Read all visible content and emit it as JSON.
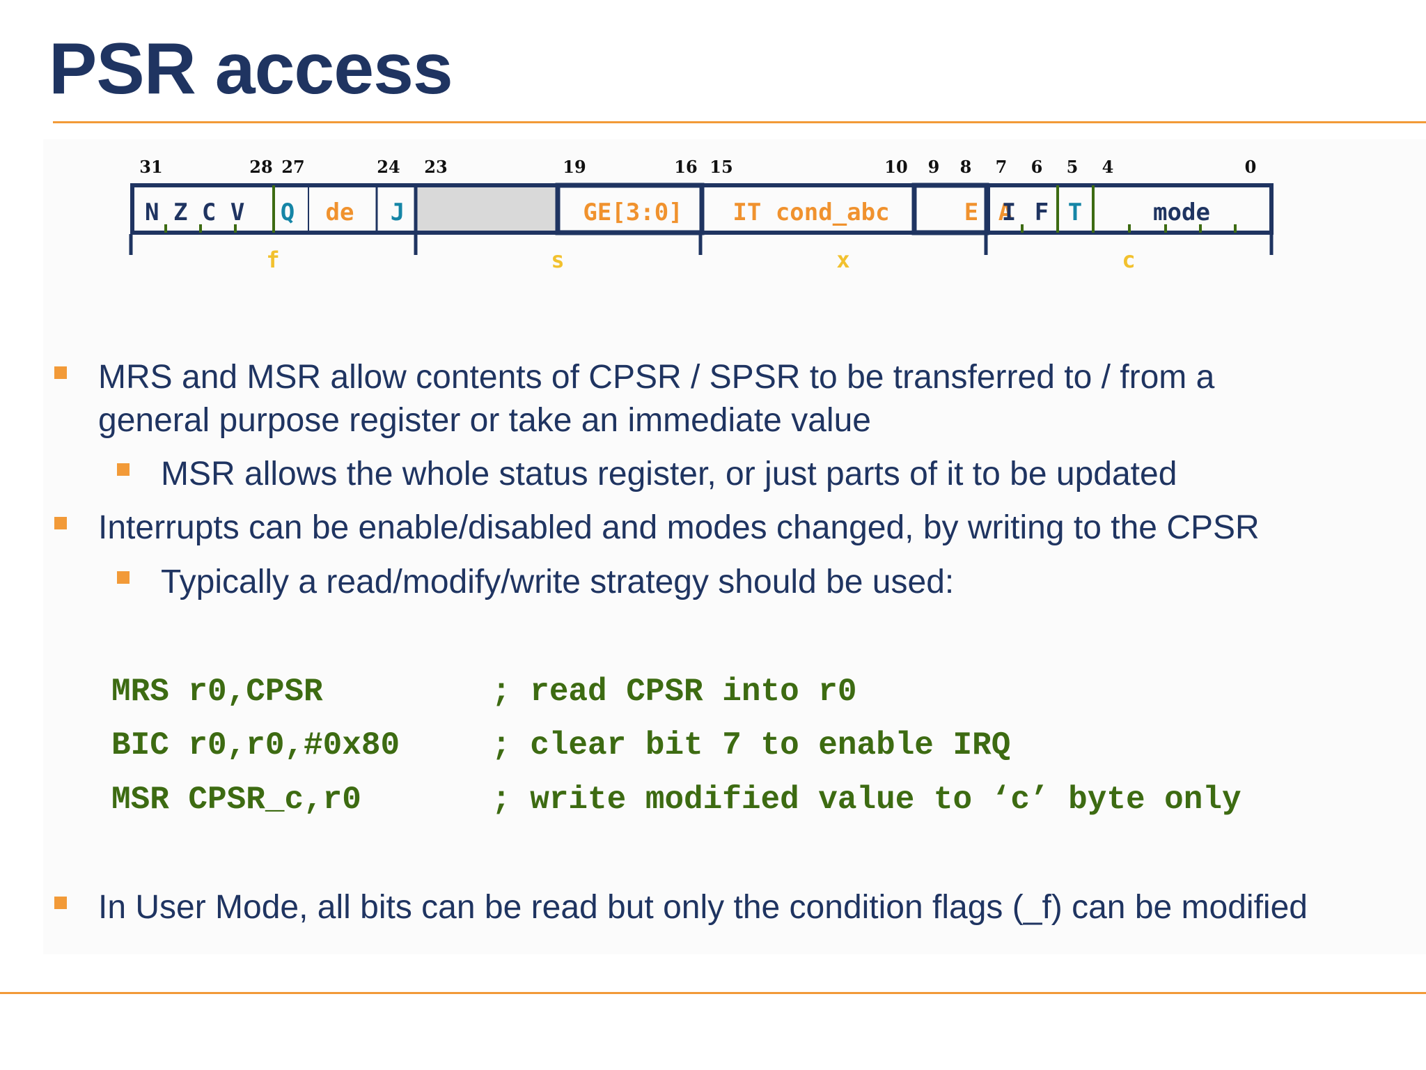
{
  "slide": {
    "title": "PSR access"
  },
  "register": {
    "bit_numbers": [
      "31",
      "28",
      "27",
      "24",
      "23",
      "19",
      "16",
      "15",
      "10",
      "9",
      "8",
      "7",
      "6",
      "5",
      "4",
      "0"
    ],
    "fields": {
      "nzcv": "N Z C V",
      "q": "Q",
      "de": "de",
      "j": "J",
      "ge": "GE[3:0]",
      "it": "IT cond_abc",
      "e": "E",
      "a": "A",
      "i": "I",
      "f": "F",
      "t": "T",
      "mode": "mode"
    },
    "byte_labels": [
      "f",
      "s",
      "x",
      "c"
    ],
    "colors": {
      "frame": "#1f3461",
      "orange": "#f0922e",
      "teal": "#1585a6",
      "green": "#3d6b12",
      "gold": "#f2c12e",
      "shade": "#d9d9d9"
    }
  },
  "bullets": [
    {
      "level": 1,
      "lines": [
        "MRS and MSR allow contents of CPSR / SPSR to be transferred to / from a",
        "general purpose register or take an immediate value"
      ]
    },
    {
      "level": 2,
      "lines": [
        "MSR allows the whole status register, or just parts of it to be updated"
      ]
    },
    {
      "level": 1,
      "lines": [
        "Interrupts can be enable/disabled and modes changed, by writing to the CPSR"
      ]
    },
    {
      "level": 2,
      "lines": [
        "Typically a read/modify/write strategy should be used:"
      ]
    }
  ],
  "code": [
    {
      "instr": "MRS r0,CPSR",
      "comment": "; read CPSR into r0"
    },
    {
      "instr": "BIC r0,r0,#0x80",
      "comment": "; clear bit 7 to enable IRQ"
    },
    {
      "instr": "MSR CPSR_c,r0",
      "comment": "; write modified value to ‘c’ byte only"
    }
  ],
  "final_bullet": "In User Mode, all bits can be read but only the condition flags (_f) can be modified"
}
